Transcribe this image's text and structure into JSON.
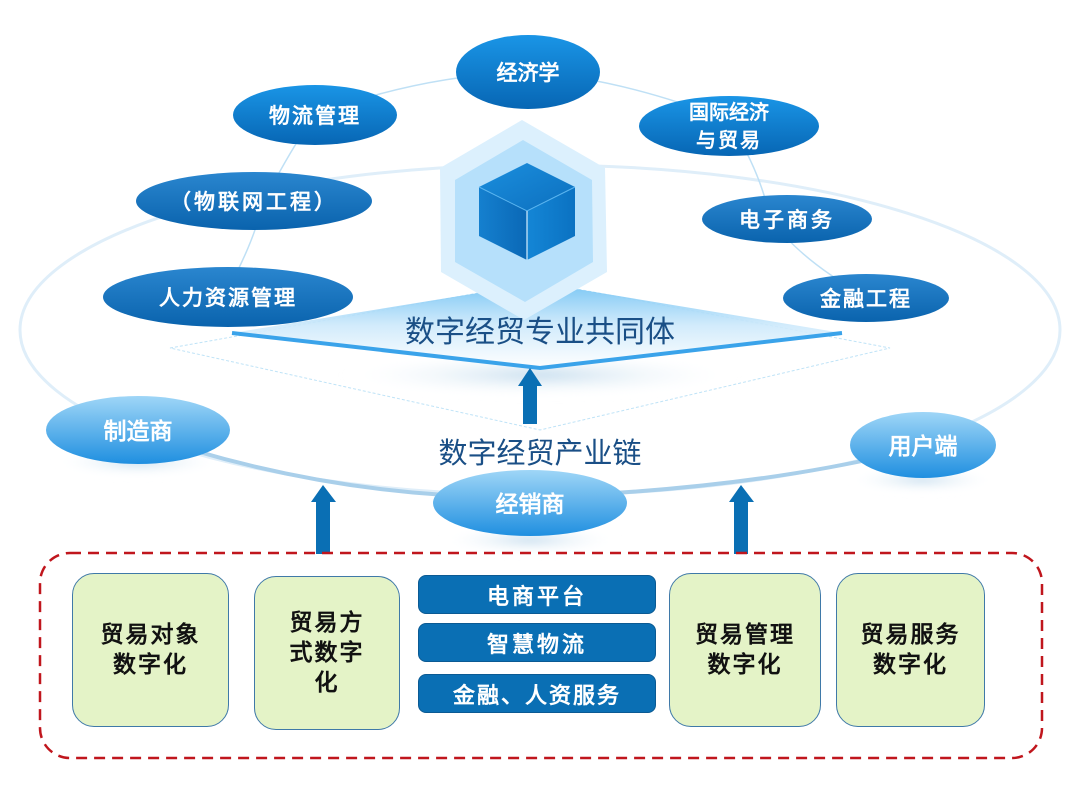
{
  "diagram": {
    "community": {
      "title": "数字经贸专业共同体",
      "majors": [
        {
          "id": "economics",
          "label": "经济学"
        },
        {
          "id": "logistics-management",
          "label": "物流管理"
        },
        {
          "id": "international-trade",
          "label": "国际经济与贸易",
          "lines": [
            "国际经济",
            "与贸易"
          ]
        },
        {
          "id": "iot-engineering",
          "label": "（物联网工程）"
        },
        {
          "id": "e-commerce",
          "label": "电子商务"
        },
        {
          "id": "hr-management",
          "label": "人力资源管理"
        },
        {
          "id": "financial-engineering",
          "label": "金融工程"
        }
      ]
    },
    "industry_chain": {
      "title": "数字经贸产业链",
      "nodes": [
        {
          "id": "manufacturer",
          "label": "制造商"
        },
        {
          "id": "distributor",
          "label": "经销商"
        },
        {
          "id": "user-end",
          "label": "用户端"
        }
      ]
    },
    "foundation": {
      "boxes": [
        {
          "id": "trade-object",
          "lines": [
            "贸易对象",
            "数字化"
          ]
        },
        {
          "id": "trade-mode",
          "lines": [
            "贸易方",
            "式数字",
            "化"
          ]
        },
        {
          "id": "trade-management",
          "lines": [
            "贸易管理",
            "数字化"
          ]
        },
        {
          "id": "trade-service",
          "lines": [
            "贸易服务",
            "数字化"
          ]
        }
      ],
      "platforms": [
        {
          "id": "ecommerce-platform",
          "label": "电商平台"
        },
        {
          "id": "smart-logistics",
          "label": "智慧物流"
        },
        {
          "id": "finance-hr-services",
          "label": "金融、人资服务"
        }
      ]
    },
    "colors": {
      "major_node": "#0b73c6",
      "chain_node": "#4aaeea",
      "arrow": "#0a6fb4",
      "platform": "#0a6fb4",
      "box_fill": "#e4f3c7",
      "dashed_border": "#c0161d",
      "title_text": "#1a4f86"
    }
  }
}
